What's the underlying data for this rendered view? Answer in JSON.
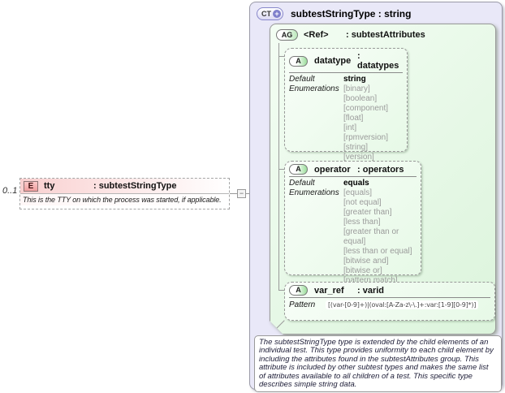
{
  "element_node": {
    "cardinality": "0..1",
    "badge": "E",
    "name": "tty",
    "type": ": subtestStringType",
    "documentation": "This is the TTY on which the process was started, if applicable."
  },
  "connector": {
    "toggle_glyph": "−"
  },
  "complex_type": {
    "badge": "CT",
    "plus_glyph": "+",
    "title": "subtestStringType : string",
    "documentation": "The subtestStringType type is extended by the child elements of an individual test.  This type provides uniformity to each child element by including the attributes found in the subtestAttributes group.  This attribute is included by other subtest types and makes the same list of attributes available to all children of a test.  This specific type describes simple string data."
  },
  "attribute_group": {
    "badge": "AG",
    "name": "<Ref>",
    "type": ": subtestAttributes"
  },
  "labels": {
    "default": "Default",
    "enumerations": "Enumerations",
    "pattern": "Pattern"
  },
  "attributes": [
    {
      "badge": "A",
      "name": "datatype",
      "type": ": datatypes",
      "default": "string",
      "enumerations": [
        "[binary]",
        "[boolean]",
        "[component]",
        "[float]",
        "[int]",
        "[rpmversion]",
        "[string]",
        "[version]"
      ]
    },
    {
      "badge": "A",
      "name": "operator",
      "type": ": operators",
      "default": "equals",
      "enumerations": [
        "[equals]",
        "[not equal]",
        "[greater than]",
        "[less than]",
        "[greater than or equal]",
        "[less than or equal]",
        "[bitwise and]",
        "[bitwise or]",
        "[pattern match]"
      ]
    },
    {
      "badge": "A",
      "name": "var_ref",
      "type": ": varid",
      "pattern": "[(var-[0-9]+)|(oval:[A-Za-z\\-\\.]+:var:[1-9][0-9]*)]"
    }
  ],
  "colors": {
    "ct_background": "#e9e8f8",
    "ag_background": "#e3f7e3",
    "attribute_background": "#eefaee",
    "element_pink": "#f9d0d0",
    "badge_purple": "#7f7fcb",
    "enum_gray": "#9b9b9b",
    "border_gray": "#999999"
  }
}
